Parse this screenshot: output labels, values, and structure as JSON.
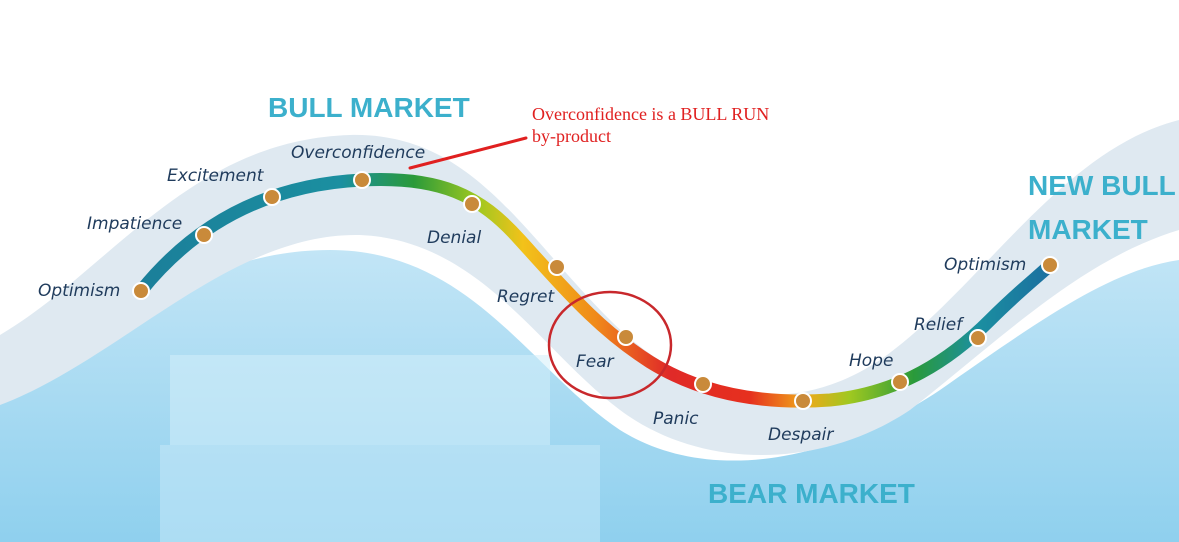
{
  "markets": {
    "bull": "BULL MARKET",
    "bear": "BEAR MARKET",
    "new_bull_line1": "NEW BULL",
    "new_bull_line2": "MARKET"
  },
  "stages": {
    "optimism_start": "Optimism",
    "impatience": "Impatience",
    "excitement": "Excitement",
    "overconfidence": "Overconfidence",
    "denial": "Denial",
    "regret": "Regret",
    "fear": "Fear",
    "panic": "Panic",
    "despair": "Despair",
    "hope": "Hope",
    "relief": "Relief",
    "optimism_end": "Optimism"
  },
  "annotation": {
    "line1": "Overconfidence is a BULL RUN",
    "line2": "by-product",
    "circled_stage": "Fear",
    "color": "#e02020"
  },
  "colors": {
    "market_label": "#3cb0cc",
    "stage_label": "#1f3b5c",
    "marker_fill": "#c98a3a",
    "curve_teal": "#1b8fa0",
    "curve_green": "#2a9a3a",
    "curve_yellow": "#f2c21a",
    "curve_orange": "#f08a1a",
    "curve_red": "#e02a28"
  }
}
